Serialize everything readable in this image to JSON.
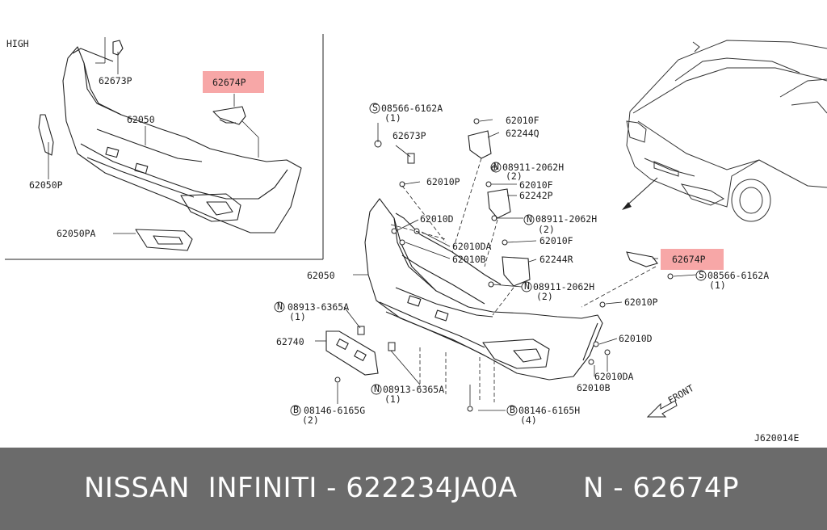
{
  "diagram": {
    "inset_label": "HIGH",
    "diagram_code": "J620014E",
    "highlight_color": "#f7a7a7",
    "parts": {
      "p62673P_inset": "62673P",
      "p62674P_inset": "62674P",
      "p62050_inset": "62050",
      "p62050P": "62050P",
      "p62050PA": "62050PA",
      "s08566_top": "08566-6162A",
      "s08566_top_qty": "(1)",
      "p62673P": "62673P",
      "p62010P_a": "62010P",
      "p62010D_a": "62010D",
      "p62010DA_a": "62010DA",
      "p62010B_a": "62010B",
      "p62050": "62050",
      "n08913_a": "08913-6365A",
      "n08913_a_qty": "(1)",
      "p62740": "62740",
      "b08146_a": "08146-6165G",
      "b08146_a_qty": "(2)",
      "n08913_b": "08913-6365A",
      "n08913_b_qty": "(1)",
      "b08146_b": "08146-6165H",
      "b08146_b_qty": "(4)",
      "p62010F_a": "62010F",
      "p62244Q": "62244Q",
      "n08911_a": "08911-2062H",
      "n08911_a_qty": "(2)",
      "p62010F_b": "62010F",
      "p62242P": "62242P",
      "n08911_b": "08911-2062H",
      "n08911_b_qty": "(2)",
      "p62010F_c": "62010F",
      "p62244R": "62244R",
      "n08911_c": "08911-2062H",
      "n08911_c_qty": "(2)",
      "p62674P": "62674P",
      "s08566_right": "08566-6162A",
      "s08566_right_qty": "(1)",
      "p62010P_b": "62010P",
      "p62010D_b": "62010D",
      "p62010DA_b": "62010DA",
      "p62010B_b": "62010B",
      "front": "FRONT"
    },
    "circle_symbols": {
      "S": "S",
      "N": "N",
      "B": "B"
    }
  },
  "footer": {
    "brand": "NISSAN  INFINITI - 622234JA0A",
    "part": "N - 62674P"
  }
}
